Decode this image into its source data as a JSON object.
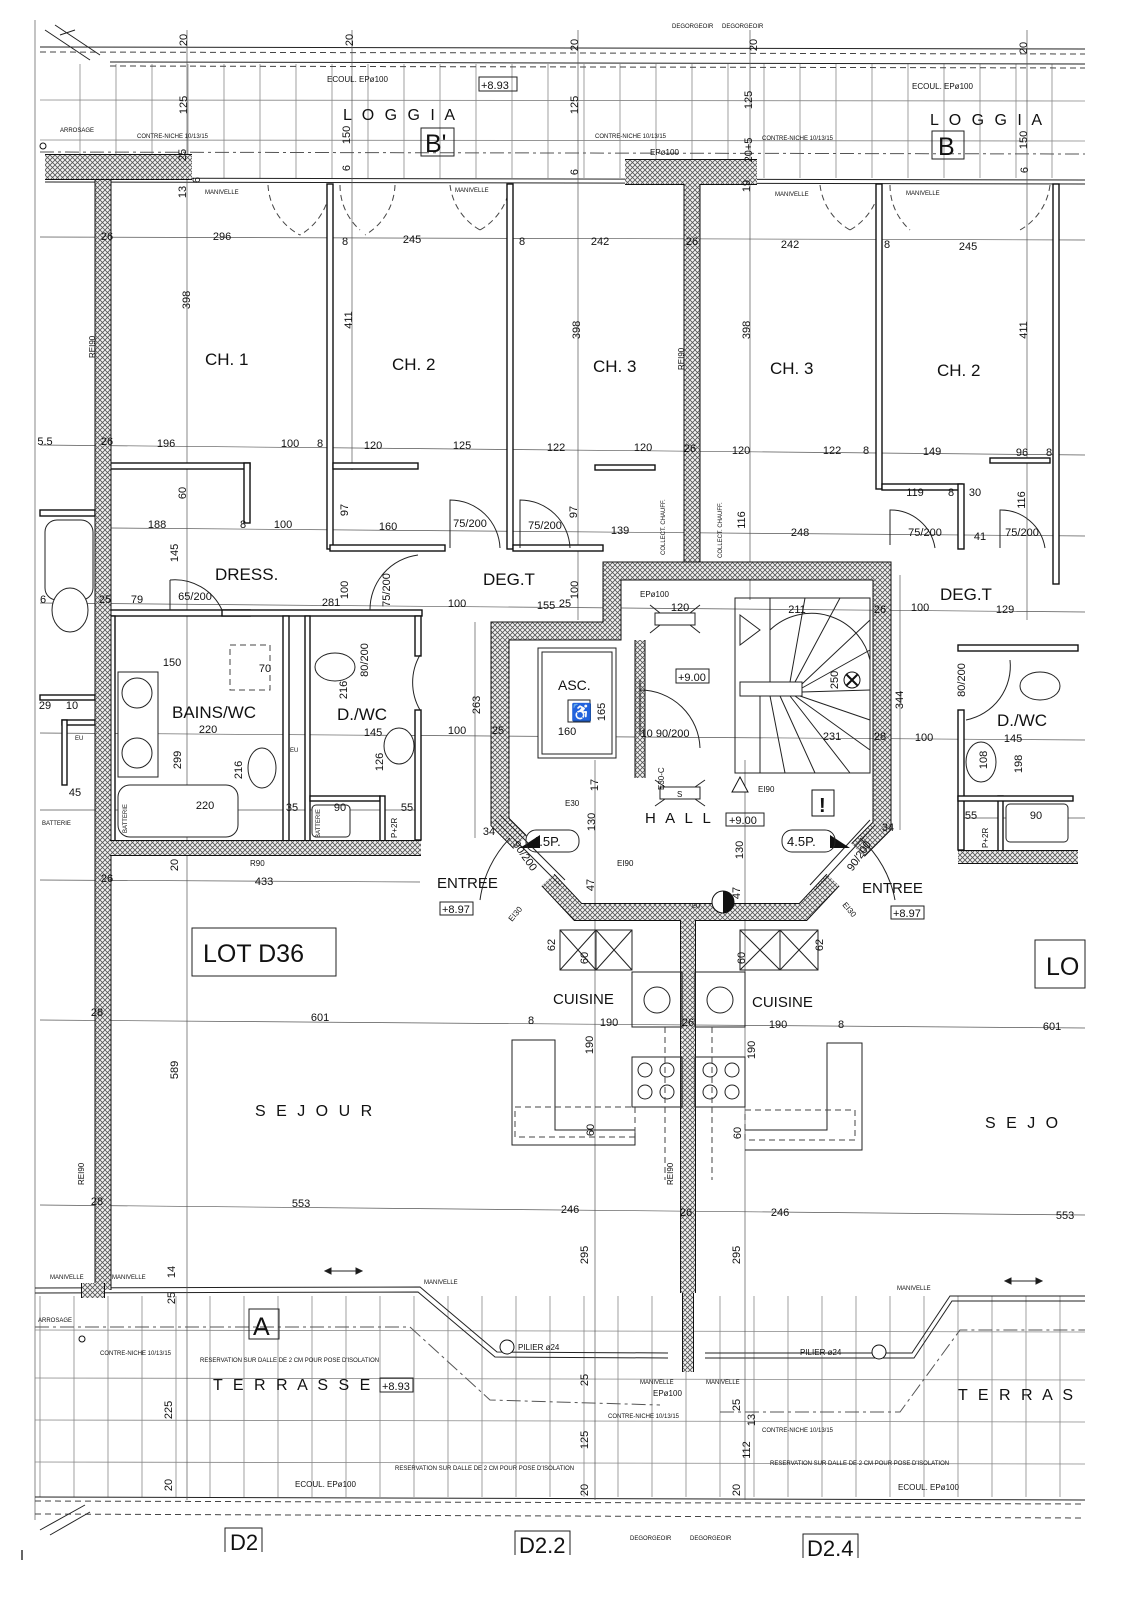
{
  "rooms": {
    "ch1": "CH. 1",
    "ch2_left": "CH. 2",
    "ch3_left": "CH. 3",
    "ch3_right": "CH. 3",
    "ch2_right": "CH. 2",
    "dress": "DRESS.",
    "degt_left": "DEG.T",
    "degt_right": "DEG.T",
    "bains": "BAINS/WC",
    "dwc_left": "D./WC",
    "dwc_right": "D./WC",
    "asc": "ASC.",
    "hall": "H A L L",
    "entree_left": "ENTREE",
    "entree_right": "ENTREE",
    "cuisine_left": "CUISINE",
    "cuisine_right": "CUISINE",
    "sejour": "S E J O U R",
    "sejour_right": "S E J O",
    "loggia_left": "L O G G I A",
    "loggia_right": "L O G G I A",
    "terrasse": "T E R R A S S E",
    "terrasse_right": "T E R R A S",
    "lot": "LOT D36",
    "lot_right": "LO"
  },
  "zones": {
    "b_prime": "B'",
    "b": "B",
    "a": "A"
  },
  "levels": {
    "loggia": "+8.93",
    "terrasse": "+8.93",
    "hall_top": "+9.00",
    "hall": "+9.00",
    "entree_left": "+8.97",
    "entree_right": "+8.97"
  },
  "annotations": {
    "ecoul": "ECOUL. EPø100",
    "ep100": "EPø100",
    "arrosage": "ARROSAGE",
    "contre_niche": "CONTRE-NICHE 10/13/15",
    "manivelle": "MANIVELLE",
    "pilier": "PILIER ø24",
    "reservation": "RESERVATION SUR DALLE DE 2 CM POUR POSE D'ISOLATION",
    "degorgeoir": "DEGORGEOIR",
    "stair_4_5p": "4.5P.",
    "e30": "E30",
    "e30c": "E30-C",
    "ei90": "EI90",
    "ei30": "EI30",
    "eu": "EU",
    "rei90": "REI90",
    "r90": "R90",
    "collect_chauff": "COLLECT. CHAUFF.",
    "batterie": "BATTERIE",
    "p2r": "P+2R",
    "exclamation": "!",
    "stair_s": "S"
  },
  "wall_refs": [
    "D2",
    "D2.2",
    "D2.4"
  ],
  "dimensions": [
    "20",
    "20",
    "20",
    "20",
    "20",
    "125",
    "150",
    "125",
    "125",
    "20+5",
    "150",
    "25",
    "13",
    "6",
    "6",
    "6",
    "19",
    "6",
    "296",
    "26",
    "245",
    "242",
    "26",
    "242",
    "245",
    "8",
    "8",
    "8",
    "398",
    "411",
    "398",
    "398",
    "411",
    "5.5",
    "26",
    "196",
    "100",
    "8",
    "120",
    "125",
    "122",
    "120",
    "26",
    "120",
    "122",
    "8",
    "149",
    "96",
    "8",
    "60",
    "119",
    "8",
    "30",
    "116",
    "97",
    "97",
    "116",
    "188",
    "8",
    "100",
    "160",
    "75/200",
    "75/200",
    "139",
    "248",
    "75/200",
    "41",
    "75/200",
    "145",
    "6",
    "25",
    "79",
    "65/200",
    "281",
    "100",
    "155",
    "25",
    "120",
    "211",
    "26",
    "100",
    "129",
    "100",
    "100",
    "75/200",
    "150",
    "70",
    "216",
    "80/200",
    "263",
    "165",
    "250",
    "344",
    "80/200",
    "29",
    "10",
    "220",
    "145",
    "100",
    "25",
    "160",
    "10 90/200",
    "231",
    "28",
    "100",
    "145",
    "299",
    "216",
    "126",
    "108",
    "198",
    "45",
    "220",
    "35",
    "90",
    "55",
    "55",
    "90",
    "17",
    "130",
    "130",
    "34",
    "34",
    "90/200",
    "90/200",
    "433",
    "20",
    "47",
    "47",
    "62",
    "60",
    "60",
    "62",
    "601",
    "8",
    "190",
    "26",
    "190",
    "8",
    "601",
    "28",
    "190",
    "190",
    "589",
    "60",
    "60",
    "28",
    "553",
    "246",
    "26",
    "246",
    "553",
    "295",
    "295",
    "14",
    "25",
    "225",
    "20",
    "25",
    "125",
    "20",
    "25",
    "13",
    "112",
    "20",
    "26"
  ]
}
